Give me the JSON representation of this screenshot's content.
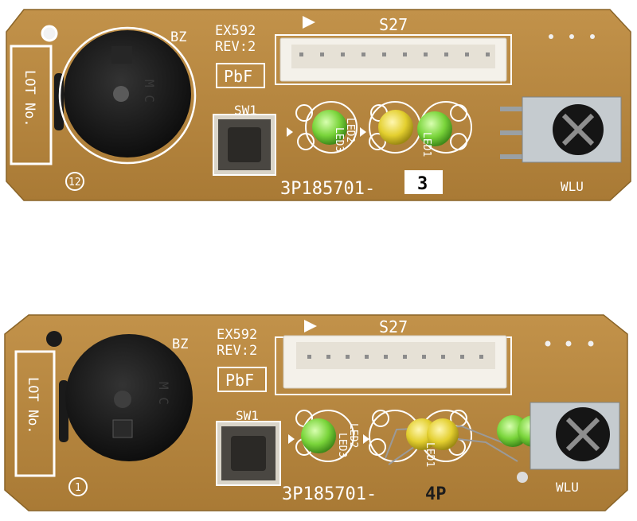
{
  "boards": [
    {
      "bz": "BZ",
      "lot": "LOT No.",
      "model": "EX592",
      "rev": "REV:2",
      "pbf": "PbF",
      "connector": "S27",
      "switch": "SW1",
      "led2": "LED2",
      "led3": "LED3",
      "led1": "LED1",
      "receiver": "WLU",
      "part_prefix": "3P185701-",
      "part_suffix": "3",
      "circle_number": "12",
      "buzzer_marks": "M C"
    },
    {
      "bz": "BZ",
      "lot": "LOT No.",
      "model": "EX592",
      "rev": "REV:2",
      "pbf": "PbF",
      "connector": "S27",
      "switch": "SW1",
      "led2": "LED2",
      "led3": "LED3",
      "led1": "LED1",
      "receiver": "WLU",
      "part_prefix": "3P185701-",
      "part_suffix": "4P",
      "circle_number": "1",
      "buzzer_marks": "M C"
    }
  ],
  "colors": {
    "pcb": "#b8883e",
    "pcb_dark": "#8a6428",
    "silkscreen": "#ffffff",
    "led_green": "#7fd94a",
    "led_yellow": "#e6d23a",
    "buzzer": "#1c1c1c"
  }
}
